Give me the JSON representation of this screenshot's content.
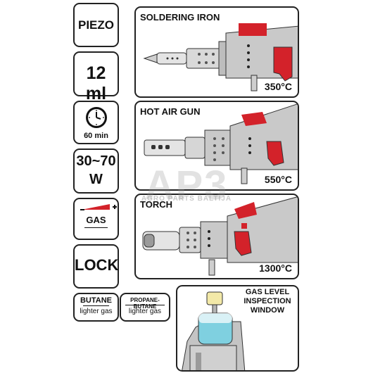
{
  "features": {
    "piezo": "PIEZO",
    "capacity": "12 ml",
    "time": "60 min",
    "power_line1": "30~70",
    "power_line2": "W",
    "gas": "GAS",
    "lock": "LOCK"
  },
  "fuels": {
    "butane_title": "BUTANE",
    "butane_sub": "lighter gas",
    "propane_title": "PROPANE-BUTANE",
    "propane_sub": "lighter gas"
  },
  "tools": [
    {
      "title": "SOLDERING IRON",
      "temp": "350°C"
    },
    {
      "title": "HOT AIR GUN",
      "temp": "550°C"
    },
    {
      "title": "TORCH",
      "temp": "1300°C"
    }
  ],
  "gas_level": {
    "line1": "GAS LEVEL",
    "line2": "INSPECTION",
    "line3": "WINDOW"
  },
  "watermark": {
    "big": "AP3",
    "small": "AGRO PARTS BALTIJA"
  },
  "colors": {
    "accent_red": "#d3222a",
    "body_grey": "#c9c9c9",
    "window_blue": "#7fd0e0"
  }
}
